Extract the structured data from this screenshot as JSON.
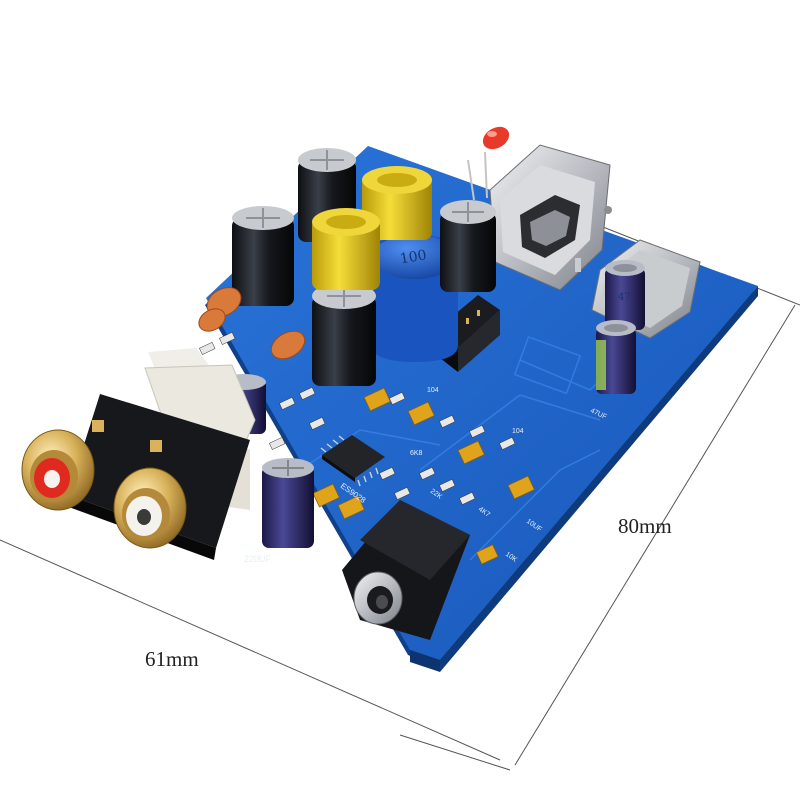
{
  "dimensions": {
    "width_label": "80mm",
    "depth_label": "61mm"
  },
  "silkscreen": {
    "cap_220": "220UF",
    "cap_47": "47UF",
    "chip": "ES9028",
    "res_104_a": "104",
    "res_104_b": "104",
    "res_10k": "10K",
    "res_10uf": "10UF",
    "res_4k7": "4K7",
    "res_6k8": "6K8",
    "res_22k": "22K"
  },
  "components": {
    "blue_cap_marking": "100"
  },
  "colors": {
    "pcb": "#1f63c9",
    "pcb_edge": "#174b99",
    "gold": "#d9b25a",
    "rca_red": "#e0291f",
    "electrolytic_black": "#1b1d22",
    "electrolytic_yellow": "#e2c726",
    "tantalum": "#e0a41c",
    "ceramic": "#d97a3a"
  }
}
